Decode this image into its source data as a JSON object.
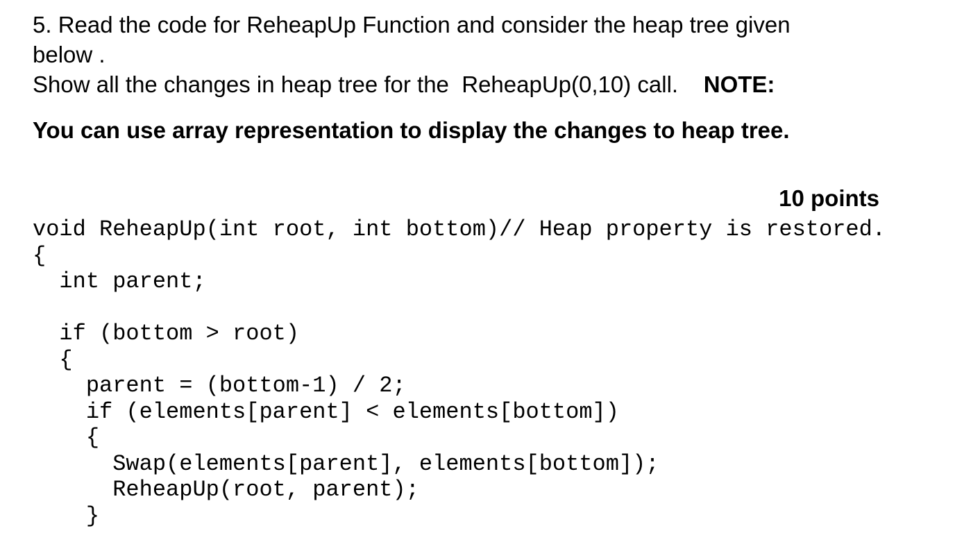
{
  "page": {
    "background_color": "#ffffff",
    "text_color": "#000000"
  },
  "question": {
    "line_1": "5. Read the code for ReheapUp Function and consider the heap tree given",
    "line_2": "below .",
    "line_3_text": "Show all the changes in heap tree for the  ReheapUp(0,10) call.    ",
    "line_3_note": "NOTE:",
    "instruction_bold": "You can use array representation to display the changes to heap tree.",
    "points": "10 points"
  },
  "code": {
    "lines": [
      "void ReheapUp(int root, int bottom)// Heap property is restored.",
      "{",
      "  int parent;",
      "",
      "  if (bottom > root)",
      "  {",
      "    parent = (bottom-1) / 2;",
      "    if (elements[parent] < elements[bottom])",
      "    {",
      "      Swap(elements[parent], elements[bottom]);",
      "      ReheapUp(root, parent);",
      "    }"
    ]
  }
}
